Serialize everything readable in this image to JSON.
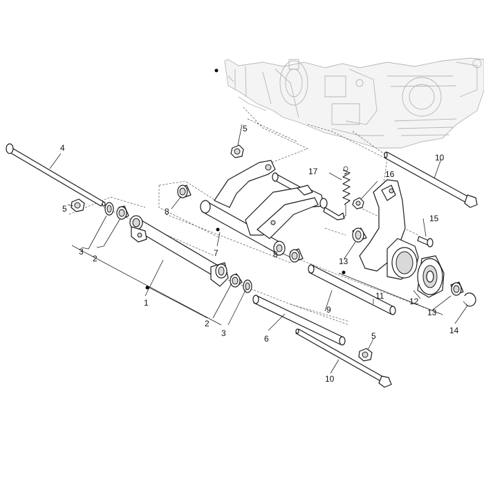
{
  "callouts": {
    "c1": "1",
    "c2a": "2",
    "c2b": "2",
    "c3a": "3",
    "c3b": "3",
    "c4": "4",
    "c5a": "5",
    "c5b": "5",
    "c5c": "5",
    "c6": "6",
    "c7": "7",
    "c8a": "8",
    "c8b": "8",
    "c9": "9",
    "c10a": "10",
    "c10b": "10",
    "c11": "11",
    "c12": "12",
    "c13a": "13",
    "c13b": "13",
    "c14": "14",
    "c15": "15",
    "c16": "16",
    "c17": "17"
  }
}
